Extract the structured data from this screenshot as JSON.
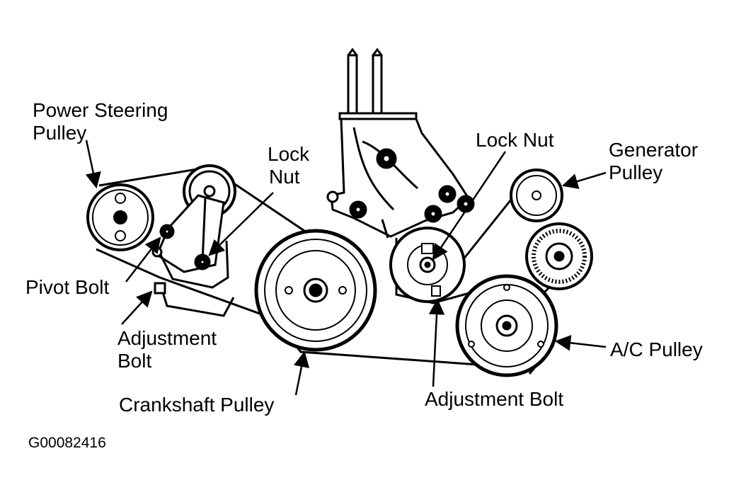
{
  "labels": {
    "power_steering_line1": "Power Steering",
    "power_steering_line2": "Pulley",
    "lock_nut_left_line1": "Lock",
    "lock_nut_left_line2": "Nut",
    "lock_nut_right": "Lock Nut",
    "generator_line1": "Generator",
    "generator_line2": "Pulley",
    "pivot_bolt": "Pivot Bolt",
    "adjustment_left_line1": "Adjustment",
    "adjustment_left_line2": "Bolt",
    "crankshaft": "Crankshaft Pulley",
    "adjustment_right": "Adjustment Bolt",
    "ac_pulley": "A/C Pulley"
  },
  "figure_code": "G00082416",
  "colors": {
    "ink": "#000000",
    "paper": "#ffffff"
  }
}
